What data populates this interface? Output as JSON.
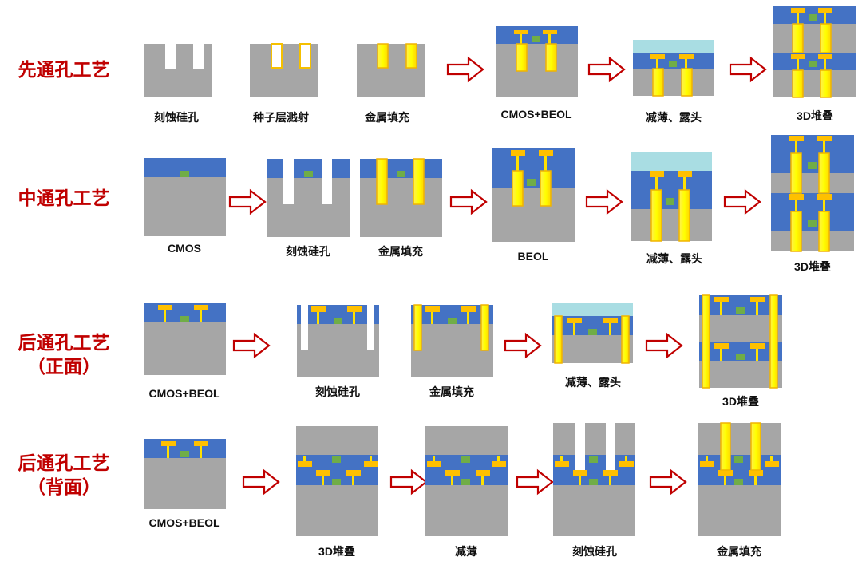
{
  "rows": [
    {
      "title_line1": "先通孔工艺",
      "title_line2": "",
      "captions": [
        "刻蚀硅孔",
        "种子层溅射",
        "金属填充",
        "CMOS+BEOL",
        "减薄、露头",
        "3D堆叠"
      ]
    },
    {
      "title_line1": "中通孔工艺",
      "title_line2": "",
      "captions": [
        "CMOS",
        "刻蚀硅孔",
        "金属填充",
        "BEOL",
        "减薄、露头",
        "3D堆叠"
      ]
    },
    {
      "title_line1": "后通孔工艺",
      "title_line2": "（正面）",
      "captions": [
        "CMOS+BEOL",
        "刻蚀硅孔",
        "金属填充",
        "减薄、露头",
        "3D堆叠"
      ]
    },
    {
      "title_line1": "后通孔工艺",
      "title_line2": "（背面）",
      "captions": [
        "CMOS+BEOL",
        "3D堆叠",
        "减薄",
        "刻蚀硅孔",
        "金属填充"
      ]
    }
  ],
  "colors": {
    "silicon": "#a6a6a6",
    "dielectric": "#4472c4",
    "metal": "#ffe100",
    "metal_edge": "#f0b400",
    "pad": "#ffc000",
    "device": "#70ad47",
    "carrier": "#a9dde3",
    "arrow": "#c00000",
    "title": "#c00000"
  }
}
